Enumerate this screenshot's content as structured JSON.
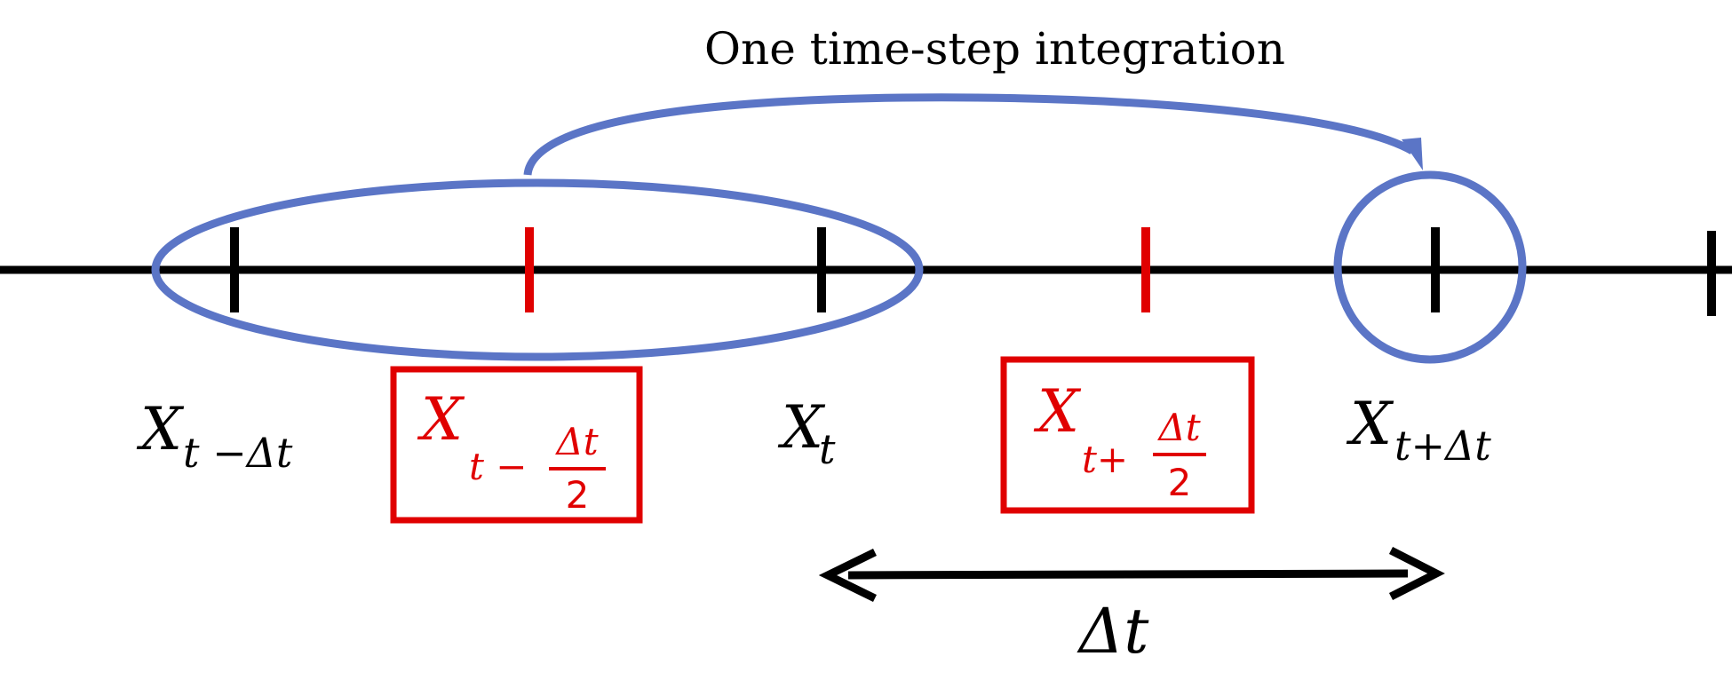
{
  "caption": "One time-step integration",
  "colors": {
    "axis": "#000000",
    "highlight": "#5b75c6",
    "midpoint": "#e00000"
  },
  "labels": {
    "x_prev": {
      "var": "X",
      "sub": "t −Δt"
    },
    "x_half_prev": {
      "var": "X",
      "sub": "t −",
      "num": "Δt",
      "den": "2"
    },
    "x_now": {
      "var": "X",
      "sub": "t"
    },
    "x_half_next": {
      "var": "X",
      "sub": "t+",
      "num": "Δt",
      "den": "2"
    },
    "x_next": {
      "var": "X",
      "sub": "t+Δt"
    }
  },
  "step": {
    "label": "Δt"
  }
}
